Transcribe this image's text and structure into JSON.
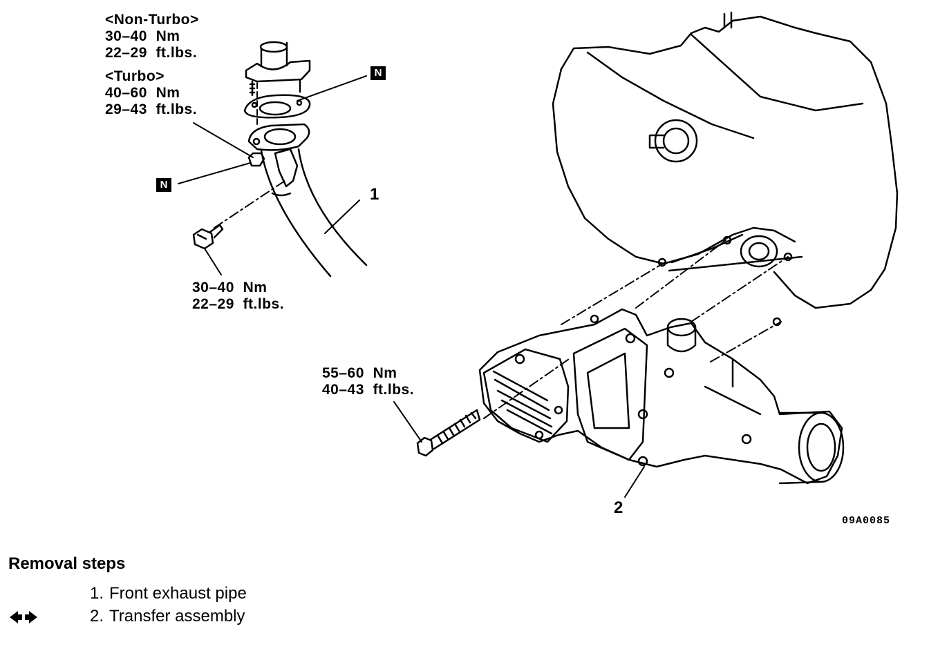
{
  "torque_labels": {
    "non_turbo_title": "<Non-Turbo>",
    "non_turbo_nm": "30–40  Nm",
    "non_turbo_ftlb": "22–29  ft.lbs.",
    "turbo_title": "<Turbo>",
    "turbo_nm": "40–60  Nm",
    "turbo_ftlb": "29–43  ft.lbs.",
    "bolt_nm": "30–40  Nm",
    "bolt_ftlb": "22–29  ft.lbs.",
    "transfer_bolt_nm": "55–60  Nm",
    "transfer_bolt_ftlb": "40–43  ft.lbs."
  },
  "tags": {
    "new_part_top": "N",
    "new_part_left": "N"
  },
  "callouts": {
    "part1": "1",
    "part2": "2"
  },
  "figure_code": "09A0085",
  "removal": {
    "title": "Removal steps",
    "steps": [
      {
        "num": "1.",
        "label": "Front exhaust pipe"
      },
      {
        "num": "2.",
        "label": "Transfer assembly"
      }
    ],
    "special_marker_icon": "double-arrow-icon"
  }
}
